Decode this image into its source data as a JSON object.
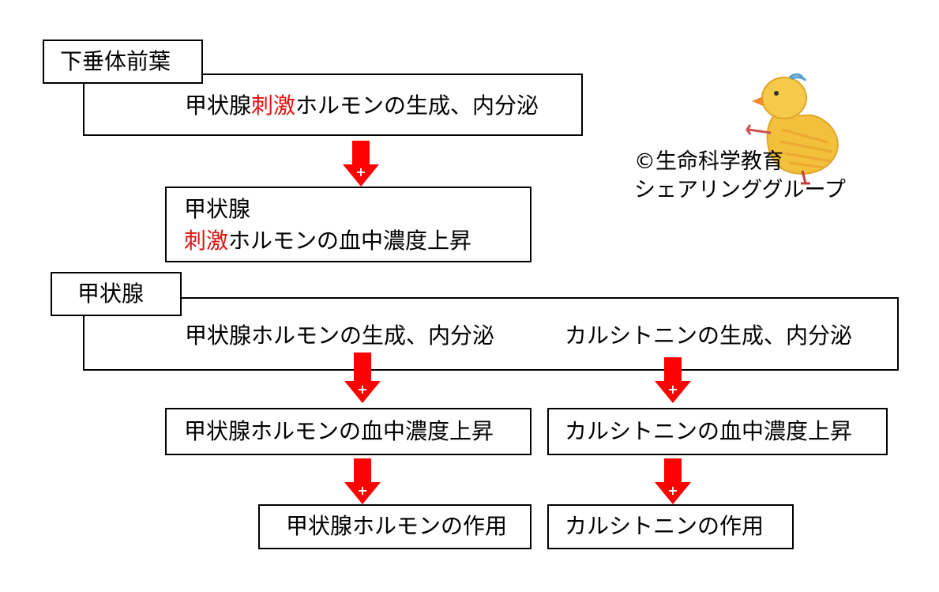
{
  "colors": {
    "arrow": "#ff0000",
    "emphasis": "#e01010",
    "border": "#000000",
    "chick": "#f2c03a"
  },
  "pituitary": {
    "label": "下垂体前葉",
    "process_prefix": "甲状腺",
    "process_emph": "刺激",
    "process_suffix": "ホルモンの生成、内分泌"
  },
  "tsh_level": {
    "line1": "甲状腺",
    "line2_emph": "刺激",
    "line2_suffix": "ホルモンの血中濃度上昇"
  },
  "thyroid": {
    "label": "甲状腺",
    "left_process": "甲状腺ホルモンの生成、内分泌",
    "right_process": "カルシトニンの生成、内分泌"
  },
  "levels": {
    "left": "甲状腺ホルモンの血中濃度上昇",
    "right": "カルシトニンの血中濃度上昇"
  },
  "effects": {
    "left": "甲状腺ホルモンの作用",
    "right": "カルシトニンの作用"
  },
  "arrows": {
    "symbol": "+"
  },
  "credit": {
    "line1": "©生命科学教育",
    "line2": "シェアリンググループ"
  },
  "mascot_icon": "chick-icon"
}
